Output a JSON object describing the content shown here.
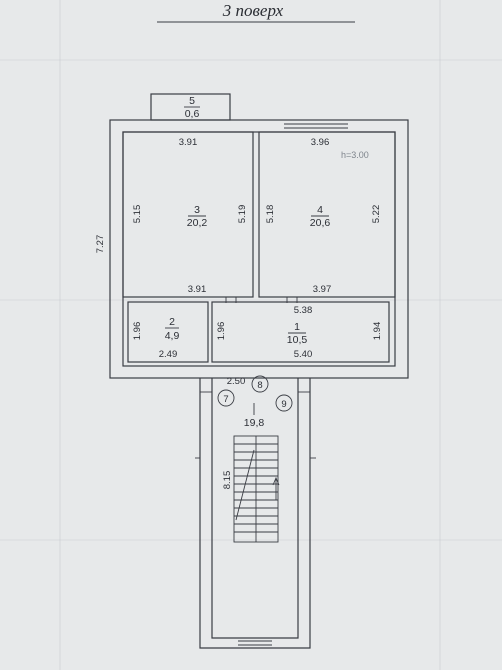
{
  "title": "3 поверх",
  "height_note": "h=3.00",
  "rooms": [
    {
      "number": "5",
      "area": "0,6",
      "dims": [
        "3.91"
      ]
    },
    {
      "number": "3",
      "area": "20,2",
      "dims": [
        "5.15",
        "5.19",
        "3.91"
      ]
    },
    {
      "number": "4",
      "area": "20,6",
      "dims": [
        "3.96",
        "5.18",
        "5.22",
        "3.97"
      ]
    },
    {
      "number": "2",
      "area": "4,9",
      "dims": [
        "1.96",
        "1.96",
        "2.49"
      ]
    },
    {
      "number": "1",
      "area": "10,5",
      "dims": [
        "5.38",
        "1.94",
        "5.40"
      ]
    },
    {
      "number": "",
      "area": "19,8",
      "dims": [
        "2.50",
        "8.15"
      ]
    }
  ],
  "overall_dim": "7.27",
  "circles": [
    "7",
    "8",
    "9"
  ],
  "colors": {
    "background": "#e7e9ea",
    "ink": "#2c2f36"
  }
}
